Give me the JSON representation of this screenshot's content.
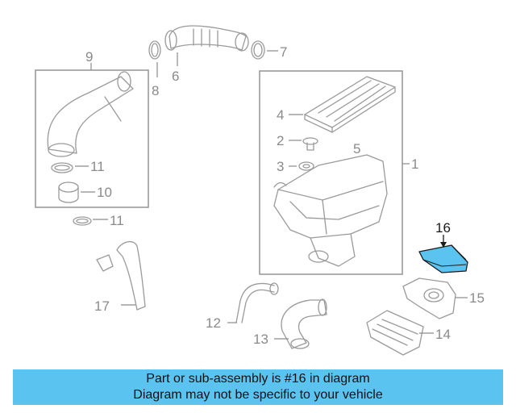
{
  "diagram": {
    "callouts": {
      "c1": "1",
      "c2": "2",
      "c3": "3",
      "c4": "4",
      "c5": "5",
      "c6": "6",
      "c7": "7",
      "c8": "8",
      "c9": "9",
      "c10": "10",
      "c11a": "11",
      "c11b": "11",
      "c12": "12",
      "c13": "13",
      "c14": "14",
      "c15": "15",
      "c16": "16",
      "c17": "17"
    },
    "highlight_color": "#5bc3ef"
  },
  "banner": {
    "line1": "Part or sub-assembly is #16 in diagram",
    "line2": "Diagram may not be specific to your vehicle",
    "color": "#5bc3ef"
  }
}
